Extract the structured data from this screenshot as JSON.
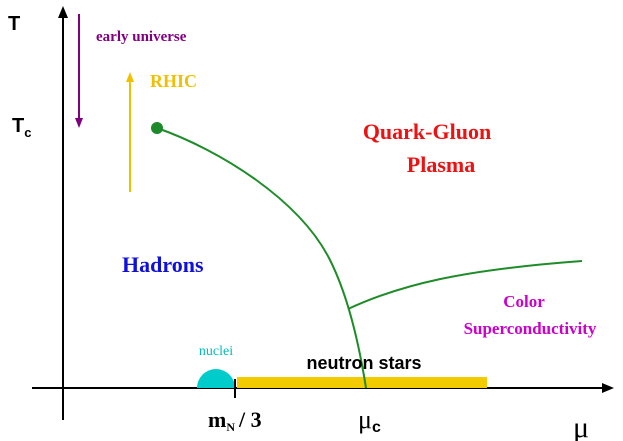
{
  "axes": {
    "y_label": "T",
    "x_label": "μ",
    "tc_label_base": "T",
    "tc_label_sub": "c",
    "mn_label_base": "m",
    "mn_label_sub": "N",
    "mn_label_tail": "/ 3",
    "muc_label_base": "μ",
    "muc_label_sub": "c"
  },
  "annotations": {
    "early_universe": "early universe",
    "rhic": "RHIC",
    "quark_gluon_line1": "Quark-Gluon",
    "quark_gluon_line2": "Plasma",
    "hadrons": "Hadrons",
    "color_line1": "Color",
    "color_line2": "Superconductivity",
    "nuclei": "nuclei",
    "neutron_stars": "neutron stars"
  },
  "colors": {
    "axis": "#000000",
    "phase_line": "#1e8c28",
    "critical_point": "#1a8a2a",
    "early_universe": "#800080",
    "rhic": "#f0c000",
    "quark_gluon": "#ee1111",
    "hadrons": "#1010dd",
    "color_sc": "#cc00cc",
    "nuclei": "#00cccc",
    "neutron_stars": "#f2cc00"
  }
}
